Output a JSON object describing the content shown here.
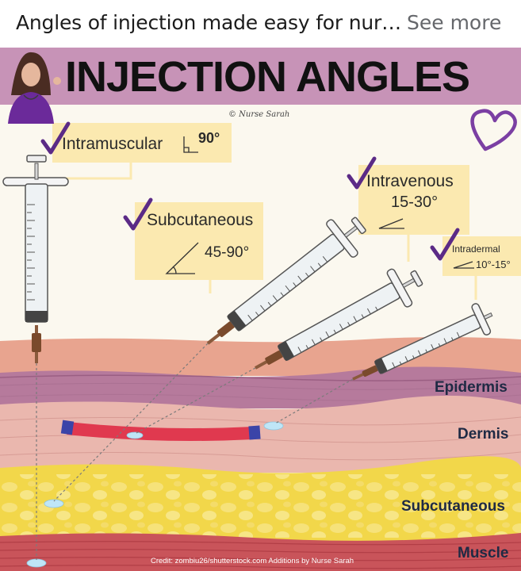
{
  "post": {
    "title": "Angles of injection made easy for nur…",
    "see_more": "See more"
  },
  "infographic": {
    "title": "INJECTION ANGLES",
    "signature": "© Nurse Sarah",
    "credit": "Credit: zombiu26/shutterstock.com Additions by Nurse Sarah",
    "injections": [
      {
        "name": "Intramuscular",
        "angle": "90°"
      },
      {
        "name": "Subcutaneous",
        "angle": "45-90°"
      },
      {
        "name": "Intravenous",
        "angle": "15-30°"
      },
      {
        "name": "Intradermal",
        "angle": "10°-15°"
      }
    ],
    "layers": [
      "Epidermis",
      "Dermis",
      "Subcutaneous",
      "Muscle"
    ]
  },
  "colors": {
    "banner": "#c793b7",
    "check": "#5b2a86",
    "label_box": "#fbe9b0",
    "skin_top": "#e8a48f",
    "epidermis": "#b67a9c",
    "dermis": "#eab7ae",
    "subcutaneous": "#f2d74a",
    "muscle": "#c9545a",
    "vessel": "#e0394f",
    "heart": "#7b3fa3"
  },
  "icons": [
    "checkmark-icon",
    "heart-icon",
    "angle-icon",
    "nurse-avatar"
  ]
}
